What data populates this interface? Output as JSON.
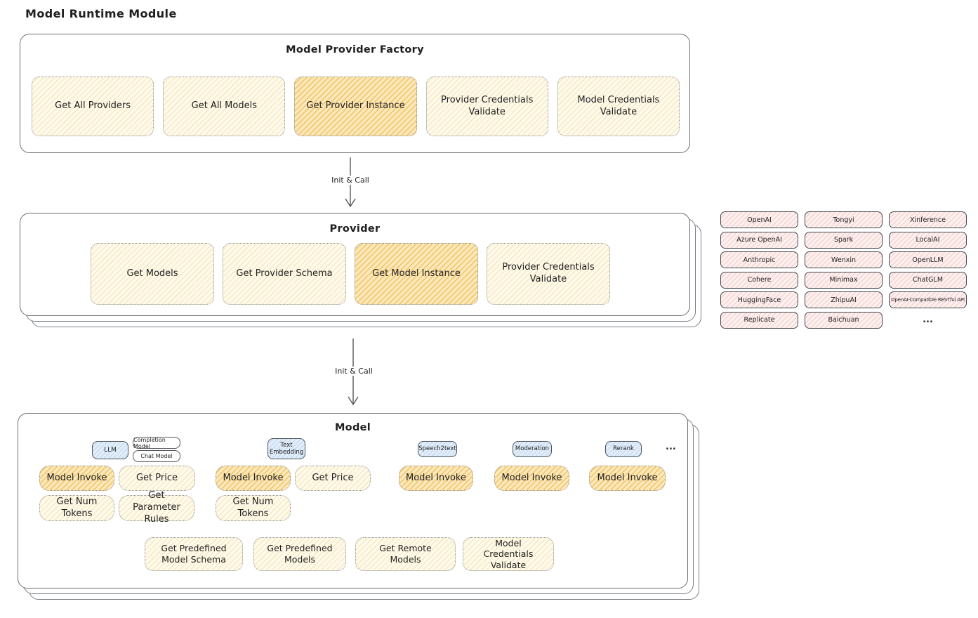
{
  "title": "Model Runtime Module",
  "colors": {
    "canvas_bg": "#ffffff",
    "node_fill": "#fdf8e9",
    "node_fill_highlight": "#f8e0a8",
    "provider_chip_fill": "#fbe9e7",
    "model_type_tag_fill": "#e1edf9",
    "box_border": "#6a6e73",
    "text": "#1f1f1f"
  },
  "arrows": {
    "label_1": "Init & Call",
    "label_2": "Init & Call"
  },
  "factory": {
    "title": "Model Provider Factory",
    "buttons": [
      {
        "label": "Get All Providers",
        "highlighted": false
      },
      {
        "label": "Get All Models",
        "highlighted": false
      },
      {
        "label": "Get Provider Instance",
        "highlighted": true
      },
      {
        "label": "Provider Credentials Validate",
        "highlighted": false
      },
      {
        "label": "Model Credentials Validate",
        "highlighted": false
      }
    ]
  },
  "provider": {
    "title": "Provider",
    "buttons": [
      {
        "label": "Get Models",
        "highlighted": false
      },
      {
        "label": "Get Provider Schema",
        "highlighted": false
      },
      {
        "label": "Get Model Instance",
        "highlighted": true
      },
      {
        "label": "Provider Credentials Validate",
        "highlighted": false
      }
    ]
  },
  "providers_panel": {
    "items": [
      "OpenAI",
      "Tongyi",
      "Xinference",
      "Azure OpenAI",
      "Spark",
      "LocalAI",
      "Anthropic",
      "Wenxin",
      "OpenLLM",
      "Cohere",
      "Minimax",
      "ChatGLM",
      "HuggingFace",
      "ZhipuAI",
      "OpenAI-Compatible RESTful API",
      "Replicate",
      "Baichuan"
    ],
    "more": "..."
  },
  "model": {
    "title": "Model",
    "types": {
      "llm": "LLM",
      "completion": "Completion Model",
      "chat": "Chat Model",
      "text_embedding": "Text Embedding",
      "speech2text": "Speech2text",
      "moderation": "Moderation",
      "rerank": "Rerank",
      "more": "..."
    },
    "actions": {
      "model_invoke": "Model Invoke",
      "get_price": "Get Price",
      "get_num_tokens": "Get Num Tokens",
      "get_parameter_rules": "Get Parameter Rules",
      "get_predefined_model_schema": "Get Predefined Model Schema",
      "get_predefined_models": "Get Predefined Models",
      "get_remote_models": "Get Remote Models",
      "model_credentials_validate": "Model Credentials Validate"
    }
  }
}
